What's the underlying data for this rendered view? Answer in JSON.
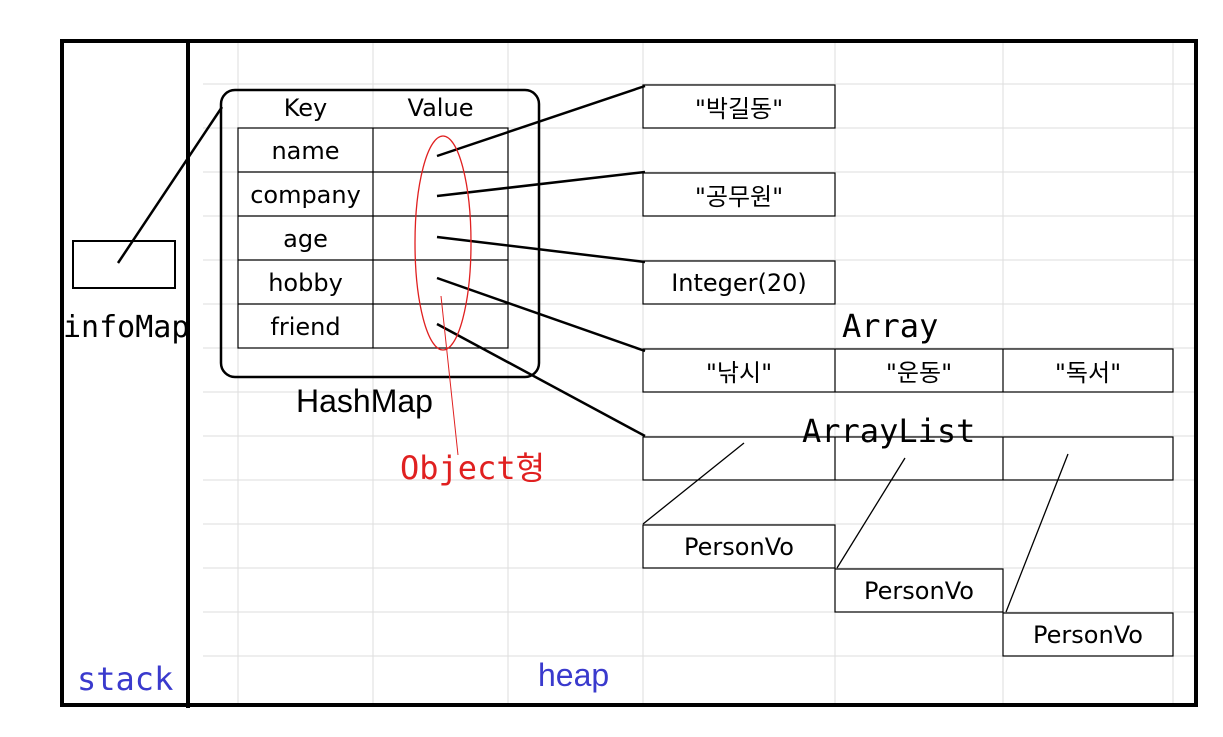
{
  "stack": {
    "label": "stack",
    "variable_label": "infoMap"
  },
  "heap": {
    "label": "heap"
  },
  "hashmap": {
    "label": "HashMap",
    "header_key": "Key",
    "header_value": "Value",
    "keys": [
      "name",
      "company",
      "age",
      "hobby",
      "friend"
    ],
    "value_type_note": "Object형"
  },
  "values": {
    "name": "\"박길동\"",
    "company": "\"공무원\"",
    "age": "Integer(20)"
  },
  "array": {
    "label": "Array",
    "items": [
      "\"낚시\"",
      "\"운동\"",
      "\"독서\""
    ]
  },
  "arraylist": {
    "label": "ArrayList",
    "items": [
      "PersonVo",
      "PersonVo",
      "PersonVo"
    ]
  },
  "colors": {
    "red_annotation": "#e02020",
    "blue_label": "#3a3acd",
    "grid": "#dddddd",
    "line": "#000000"
  }
}
